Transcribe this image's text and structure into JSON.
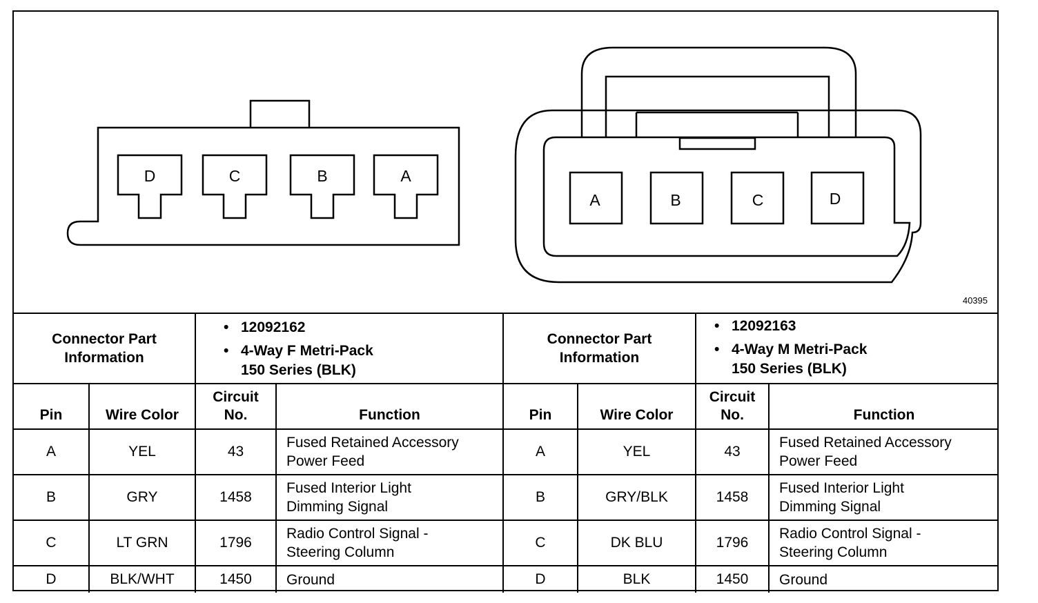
{
  "figure_number": "40395",
  "connectors": [
    {
      "id": "female",
      "pins_drawn": [
        "D",
        "C",
        "B",
        "A"
      ],
      "info_label": [
        "Connector Part",
        "Information"
      ],
      "part_number": "12092162",
      "description": [
        "4-Way F Metri-Pack",
        "150 Series (BLK)"
      ]
    },
    {
      "id": "male",
      "pins_drawn": [
        "A",
        "B",
        "C",
        "D"
      ],
      "info_label": [
        "Connector Part",
        "Information"
      ],
      "part_number": "12092163",
      "description": [
        "4-Way M Metri-Pack",
        "150 Series (BLK)"
      ]
    }
  ],
  "headers": {
    "pin": "Pin",
    "wire_color": "Wire Color",
    "circuit": [
      "Circuit",
      "No."
    ],
    "function": "Function"
  },
  "tables": [
    {
      "rows": [
        {
          "pin": "A",
          "wire": "YEL",
          "circuit": "43",
          "function": [
            "Fused Retained Accessory",
            "Power Feed"
          ]
        },
        {
          "pin": "B",
          "wire": "GRY",
          "circuit": "1458",
          "function": [
            "Fused Interior Light",
            "Dimming Signal"
          ]
        },
        {
          "pin": "C",
          "wire": "LT GRN",
          "circuit": "1796",
          "function": [
            "Radio Control Signal -",
            "Steering Column"
          ]
        },
        {
          "pin": "D",
          "wire": "BLK/WHT",
          "circuit": "1450",
          "function": [
            "Ground"
          ]
        }
      ]
    },
    {
      "rows": [
        {
          "pin": "A",
          "wire": "YEL",
          "circuit": "43",
          "function": [
            "Fused Retained Accessory",
            "Power Feed"
          ]
        },
        {
          "pin": "B",
          "wire": "GRY/BLK",
          "circuit": "1458",
          "function": [
            "Fused Interior Light",
            "Dimming Signal"
          ]
        },
        {
          "pin": "C",
          "wire": "DK BLU",
          "circuit": "1796",
          "function": [
            "Radio Control Signal -",
            "Steering Column"
          ]
        },
        {
          "pin": "D",
          "wire": "BLK",
          "circuit": "1450",
          "function": [
            "Ground"
          ]
        }
      ]
    }
  ]
}
